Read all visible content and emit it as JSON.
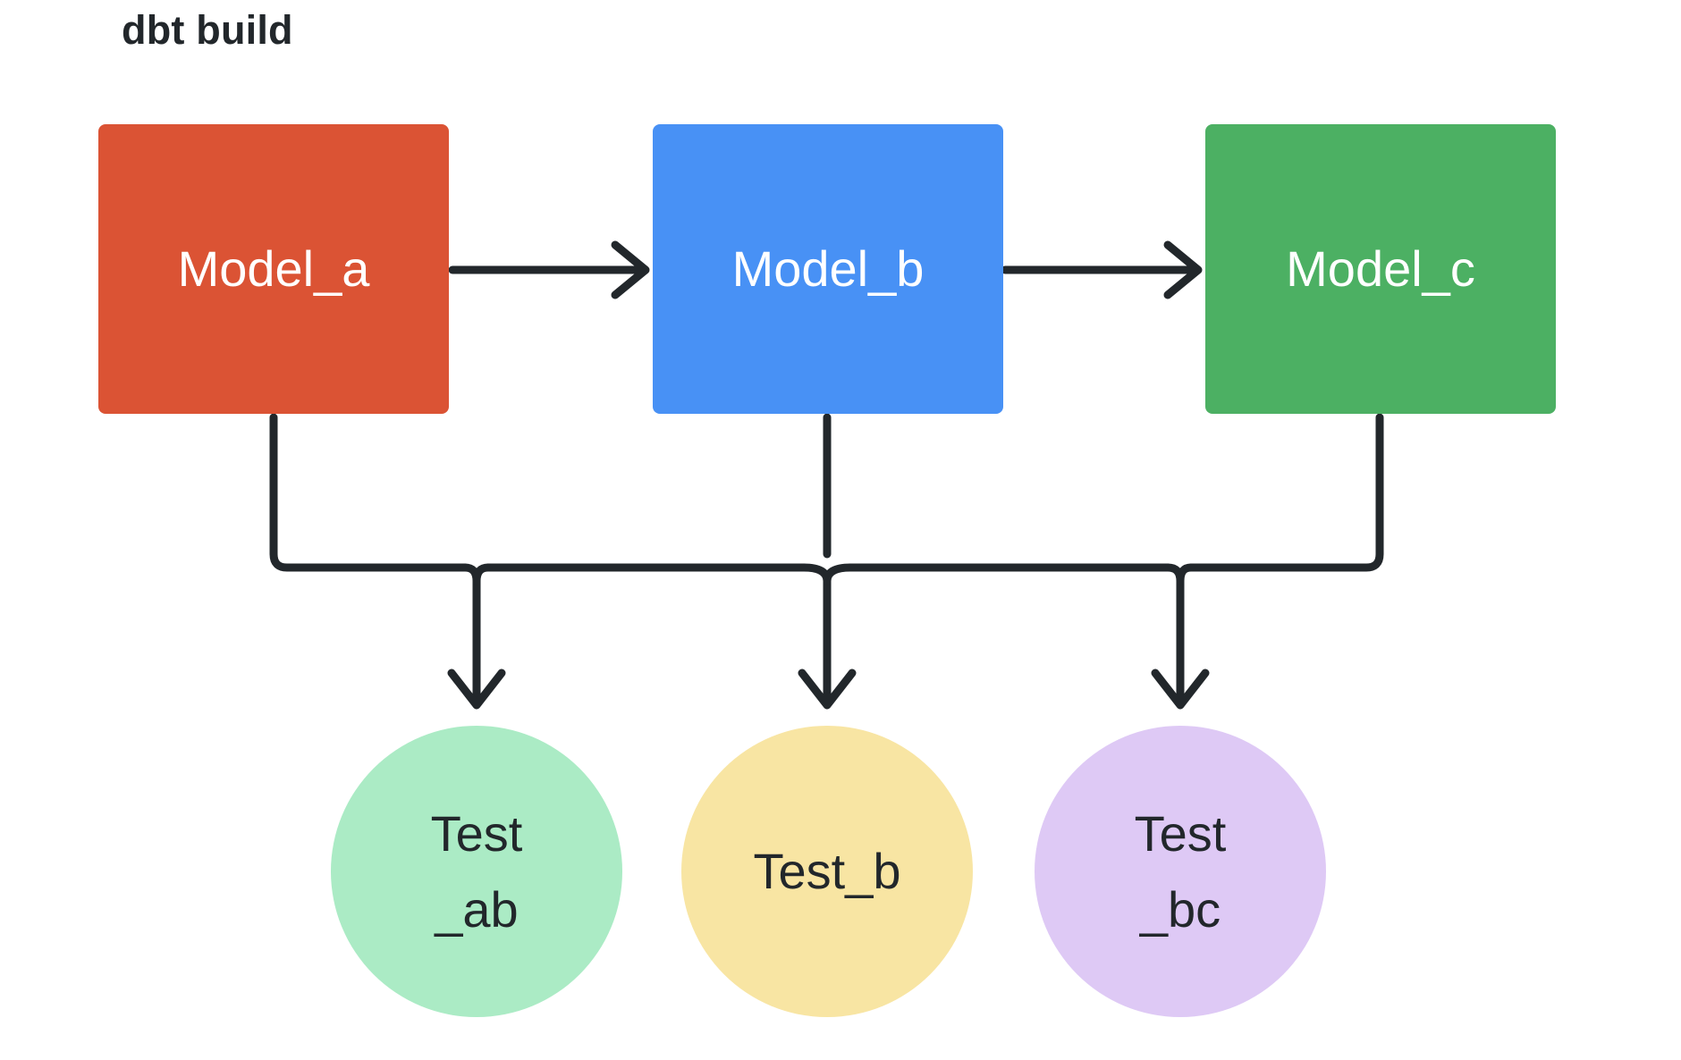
{
  "diagram": {
    "title": "dbt build",
    "type": "flowchart",
    "background": "#ffffff",
    "edge_color": "#22272b",
    "models": [
      {
        "id": "model_a",
        "label": "Model_a",
        "shape": "rectangle",
        "color": "#db5334",
        "text_color": "#ffffff"
      },
      {
        "id": "model_b",
        "label": "Model_b",
        "shape": "rectangle",
        "color": "#4891f5",
        "text_color": "#ffffff"
      },
      {
        "id": "model_c",
        "label": "Model_c",
        "shape": "rectangle",
        "color": "#4cb063",
        "text_color": "#ffffff"
      }
    ],
    "tests": [
      {
        "id": "test_ab",
        "label": "Test\n_ab",
        "shape": "circle",
        "color": "#abebc5",
        "text_color": "#22272b"
      },
      {
        "id": "test_b",
        "label": "Test_b",
        "shape": "circle",
        "color": "#f8e5a3",
        "text_color": "#22272b"
      },
      {
        "id": "test_bc",
        "label": "Test\n_bc",
        "shape": "circle",
        "color": "#dec9f5",
        "text_color": "#22272b"
      }
    ],
    "edges": [
      {
        "from": "model_a",
        "to": "model_b",
        "style": "arrow"
      },
      {
        "from": "model_b",
        "to": "model_c",
        "style": "arrow"
      },
      {
        "from": "model_a",
        "to": "test_ab",
        "style": "arrow"
      },
      {
        "from": "model_b",
        "to": "test_ab",
        "style": "arrow"
      },
      {
        "from": "model_b",
        "to": "test_b",
        "style": "arrow"
      },
      {
        "from": "model_b",
        "to": "test_bc",
        "style": "arrow"
      },
      {
        "from": "model_c",
        "to": "test_bc",
        "style": "arrow"
      }
    ]
  }
}
